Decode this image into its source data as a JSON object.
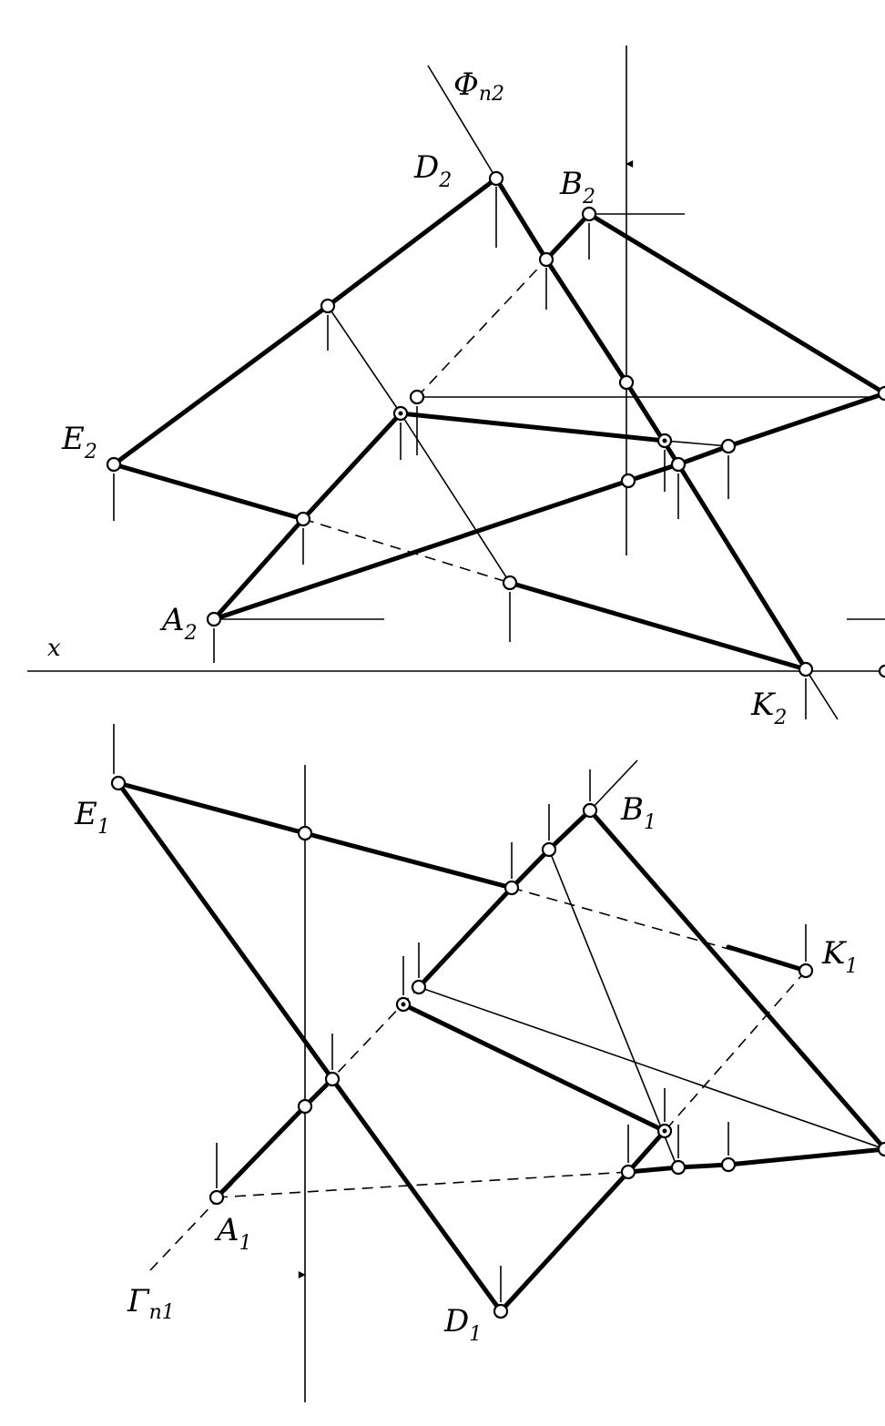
{
  "labels": {
    "phi": {
      "main": "Φ",
      "sub": "п2"
    },
    "d2": {
      "main": "D",
      "sub": "2"
    },
    "b2": {
      "main": "B",
      "sub": "2"
    },
    "e2": {
      "main": "E",
      "sub": "2"
    },
    "a2": {
      "main": "A",
      "sub": "2"
    },
    "k2": {
      "main": "K",
      "sub": "2"
    },
    "x": {
      "main": "x",
      "sub": ""
    },
    "e1": {
      "main": "E",
      "sub": "1"
    },
    "b1": {
      "main": "B",
      "sub": "1"
    },
    "k1": {
      "main": "K",
      "sub": "1"
    },
    "a1": {
      "main": "A",
      "sub": "1"
    },
    "d1": {
      "main": "D",
      "sub": "1"
    },
    "gamma": {
      "main": "Γ",
      "sub": "п1"
    }
  }
}
